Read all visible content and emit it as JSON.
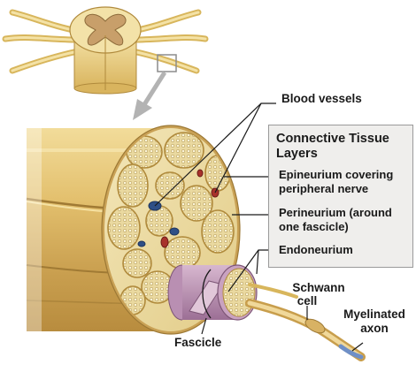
{
  "diagram": {
    "labels": {
      "blood_vessels": "Blood vessels",
      "fascicle": "Fascicle",
      "schwann_cell_line1": "Schwann",
      "schwann_cell_line2": "cell",
      "myelinated_axon_line1": "Myelinated",
      "myelinated_axon_line2": "axon"
    },
    "legend": {
      "title_line1": "Connective Tissue",
      "title_line2": "Layers",
      "items": [
        {
          "line1": "Epineurium covering",
          "line2": "peripheral nerve"
        },
        {
          "line1": "Perineurium (around",
          "line2": "one fascicle)"
        },
        {
          "line1": "Endoneurium",
          "line2": ""
        }
      ]
    },
    "colors": {
      "nerve_tan": "#e7c778",
      "fascicle_fill": "#e8d9a2",
      "perineurium_purple": "#b98fb2",
      "axon_blue": "#6f8fc6",
      "vessel_red": "#a8322c",
      "vessel_blue": "#2f4f86"
    }
  }
}
